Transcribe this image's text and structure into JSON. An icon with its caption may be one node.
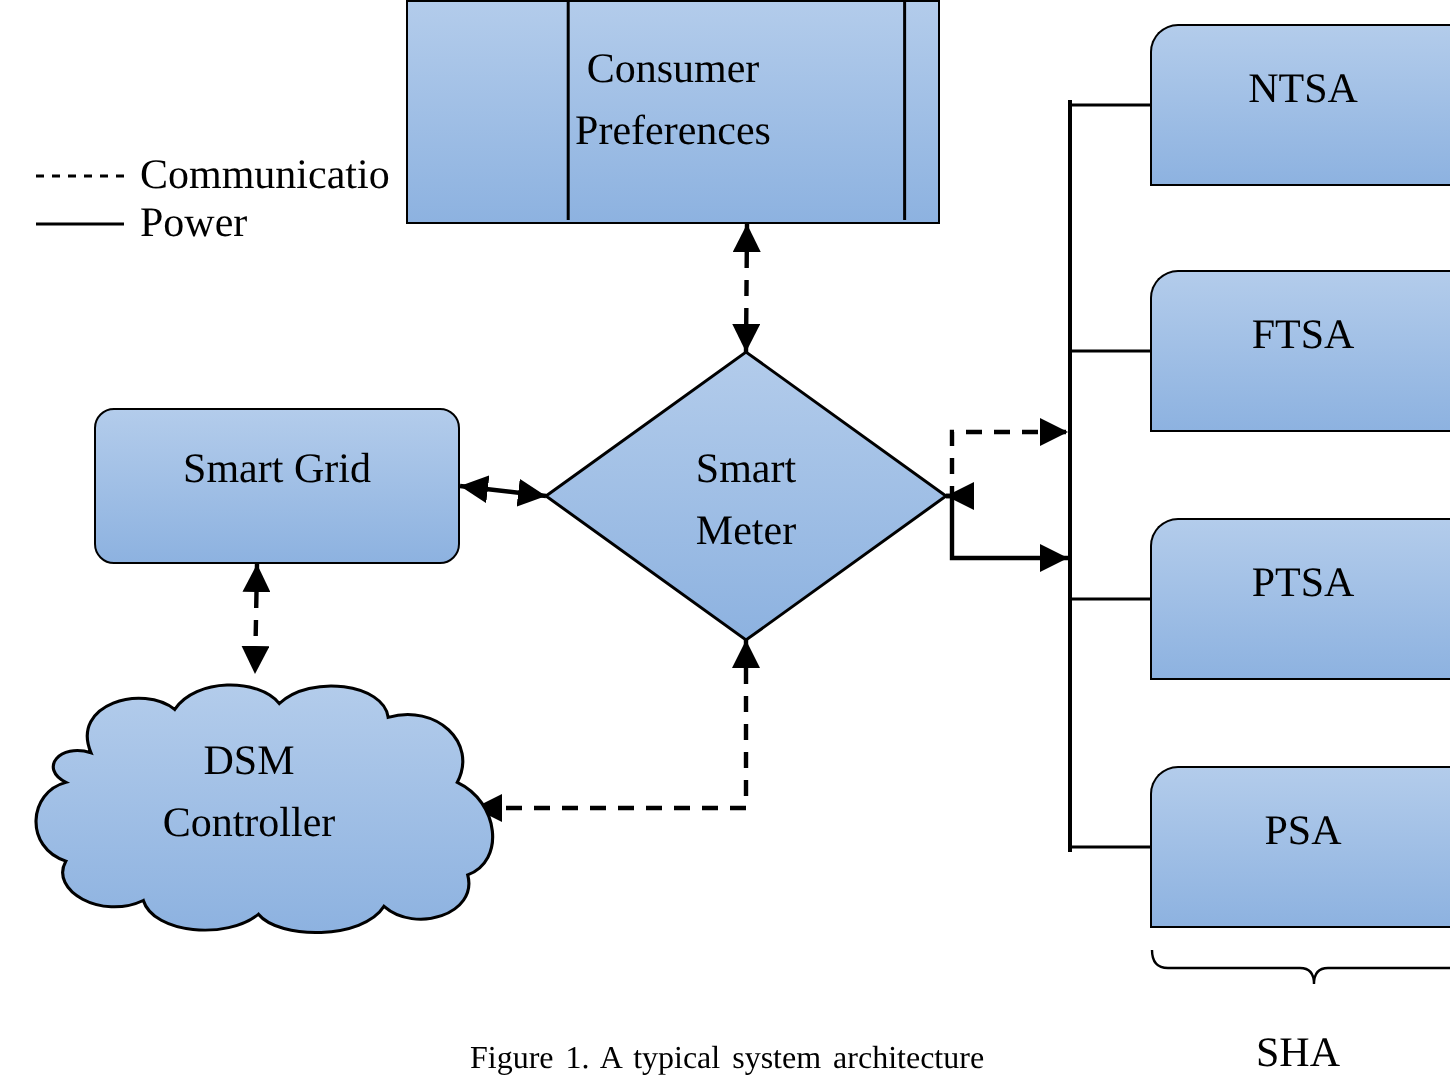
{
  "diagram": {
    "caption": "Figure 1. A typical system architecture",
    "nodes": [
      {
        "text": [
          "Consumer Preferences"
        ]
      },
      {
        "text": [
          "Smart Grid"
        ]
      },
      {
        "text": [
          "Smart Meter"
        ]
      },
      {
        "text": [
          "DSM Controller"
        ]
      },
      {
        "text": [],
        "shape": "bar"
      },
      {
        "text": [
          "NTSA"
        ]
      },
      {
        "text": [
          "FTSA"
        ]
      },
      {
        "text": [
          "PTSA"
        ]
      },
      {
        "text": [
          "PSA"
        ]
      }
    ],
    "edges": [
      {
        "from": 0,
        "to": 2,
        "arrow": "both",
        "style": "dashed"
      },
      {
        "from": 1,
        "to": 2,
        "arrow": "both"
      },
      {
        "from": 1,
        "to": 3,
        "arrow": "both",
        "style": "dashed"
      },
      {
        "from": 2,
        "to": 3,
        "arrow": "both",
        "style": "dashed"
      },
      {
        "from": 2,
        "to": 4,
        "arrow": "both",
        "style": "dashed"
      },
      {
        "from": 2,
        "to": 4,
        "arrow": "to"
      },
      {
        "from": 4,
        "to": 5,
        "arrow": "none"
      },
      {
        "from": 4,
        "to": 6,
        "arrow": "none"
      },
      {
        "from": 4,
        "to": 7,
        "arrow": "none"
      },
      {
        "from": 4,
        "to": 8,
        "arrow": "none"
      }
    ],
    "labels": [
      "SHA"
    ],
    "legend": [
      {
        "text": "Communicatio"
      },
      {
        "text": "Power"
      }
    ]
  }
}
